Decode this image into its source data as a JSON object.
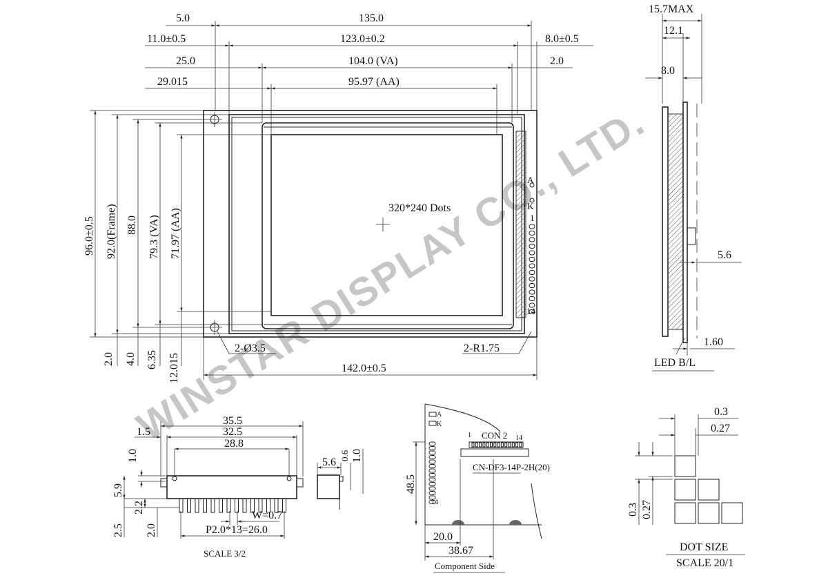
{
  "watermark": "WINSTAR DISPLAY CO., LTD.",
  "front_view": {
    "top_dims": {
      "d1": "5.0",
      "d2": "135.0",
      "d3": "11.0±0.5",
      "d4": "123.0±0.2",
      "d5": "8.0±0.5",
      "d6": "25.0",
      "d7": "104.0 (VA)",
      "d8": "2.0",
      "d9": "29.015",
      "d10": "95.97 (AA)"
    },
    "left_dims": {
      "h1": "96.0±0.5",
      "h2": "92.0(Frame)",
      "h3": "88.0",
      "h4": "79.3 (VA)",
      "h5": "71.97 (AA)"
    },
    "bottom_dims": {
      "b1": "2.0",
      "b2": "4.0",
      "b3": "6.35",
      "b4": "12.015",
      "width": "142.0±0.5",
      "holes": "2-Ø3.5",
      "radius": "2-R1.75"
    },
    "center_label": "320*240 Dots",
    "pin_labels": {
      "a": "A",
      "k": "K",
      "p1": "1",
      "p14": "14"
    }
  },
  "side_view": {
    "max": "15.7MAX",
    "d1": "12.1",
    "d2": "8.0",
    "d3": "5.6",
    "d4": "1.60",
    "label": "LED B/L"
  },
  "connector_view": {
    "d1": "35.5",
    "d2": "1.5",
    "d3": "32.5",
    "d4": "28.8",
    "d5": "1.0",
    "d6": "5.9",
    "d7": "2.2",
    "d8": "2.5",
    "d9": "2.0",
    "w": "W=0.7",
    "pitch": "P2.0*13=26.0",
    "side_w": "5.6",
    "side_a": "0.6",
    "side_b": "1.0",
    "scale": "SCALE 3/2"
  },
  "component_side": {
    "a": "A",
    "k": "K",
    "con": "CON 2",
    "p1": "1",
    "p14": "14",
    "p14b": "14",
    "part": "CN-DF3-14P-2H(20)",
    "h": "48.5",
    "d1": "20.0",
    "d2": "38.67",
    "label": "Component Side"
  },
  "dot_size": {
    "w1": "0.3",
    "w2": "0.27",
    "h1": "0.3",
    "h2": "0.27",
    "title": "DOT SIZE",
    "scale": "SCALE 20/1"
  }
}
